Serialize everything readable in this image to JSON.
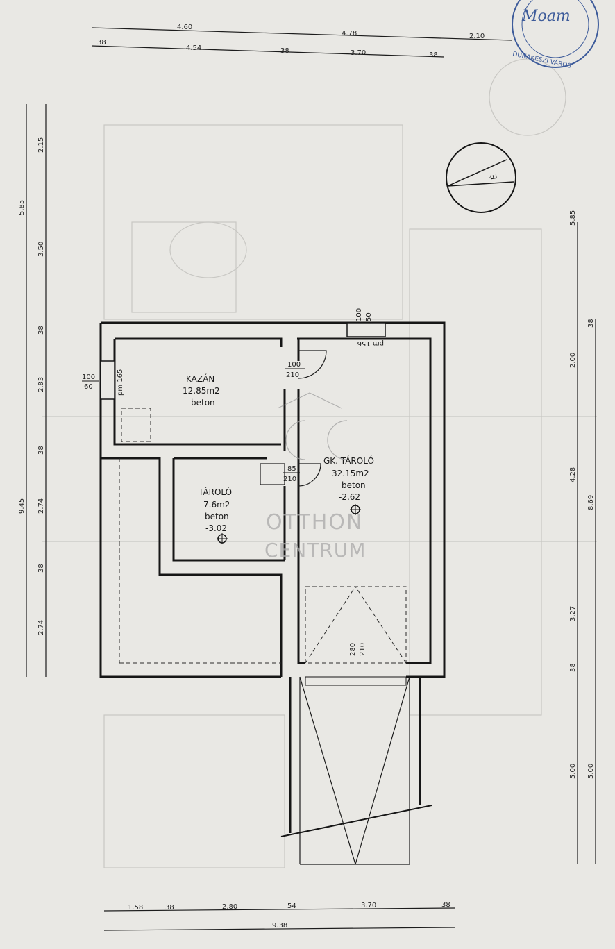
{
  "dimensions": {
    "top_row1": [
      "4.60",
      "4.78",
      "2.10"
    ],
    "top_row2": [
      "38",
      "4.54",
      "38",
      "3.70",
      "38"
    ],
    "left_outer": [
      "5.85",
      "9.45"
    ],
    "left_inner": [
      "2.15",
      "3.50",
      "38",
      "2.83",
      "38",
      "2.74",
      "38",
      "2.74"
    ],
    "right_inner": [
      "5.85",
      "2.00",
      "4.28",
      "3.27",
      "38",
      "5.00"
    ],
    "right_outer": [
      "38",
      "8.69",
      "5.00"
    ],
    "bottom_row1": [
      "1.58",
      "38",
      "2.80",
      "54",
      "3.70",
      "38"
    ],
    "bottom_total": "9.38"
  },
  "openings": {
    "window_top": [
      "100",
      "50",
      "pm 156"
    ],
    "window_left": [
      "100",
      "60",
      "pm 165"
    ],
    "door_kazan": [
      "100",
      "210"
    ],
    "door_taroló": [
      "85",
      "210"
    ],
    "garage_door": [
      "280",
      "210"
    ]
  },
  "rooms": {
    "kazan": {
      "name": "KAZÁN",
      "area": "12.85m2",
      "floor": "beton"
    },
    "taroló": {
      "name": "TÁROLÓ",
      "area": "7.6m2",
      "floor": "beton",
      "level": "-3.02"
    },
    "gk_taroló": {
      "name": "GK. TÁROLÓ",
      "area": "32.15m2",
      "floor": "beton",
      "level": "-2.62"
    }
  },
  "compass": {
    "label": "É"
  },
  "watermark": {
    "line1": "OTTHON",
    "line2": "CENTRUM"
  },
  "stamp": {
    "signature": "Moam",
    "text": "DUNAKESZI VÁROS"
  },
  "colors": {
    "paper": "#e9e8e4",
    "ink": "#161616",
    "ghost": "#c8c7c3",
    "stamp": "#3d5b9a"
  }
}
